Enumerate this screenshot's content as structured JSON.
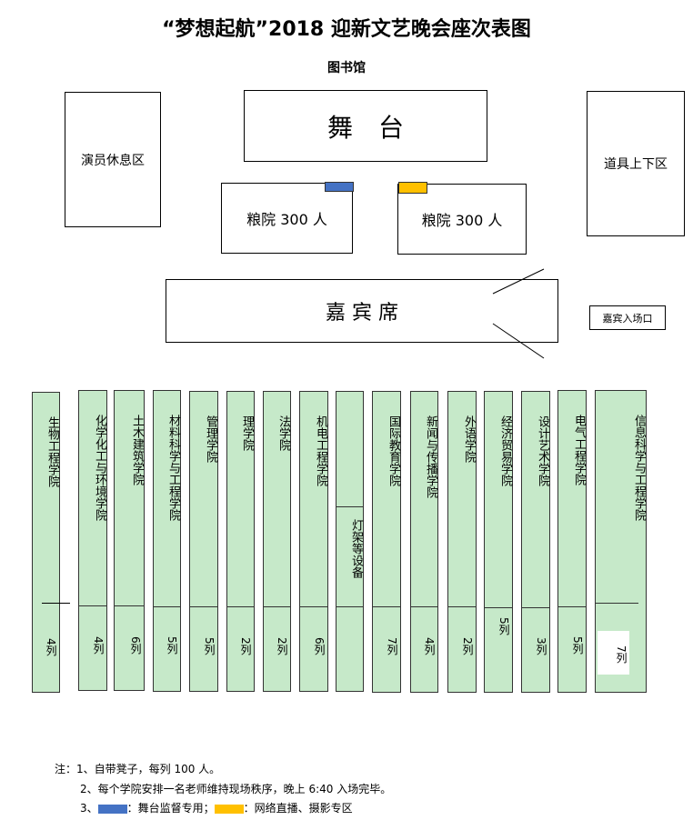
{
  "title": "“梦想起航”2018 迎新文艺晚会座次表图",
  "venue": "图书馆",
  "stage": "舞　台",
  "performer_area": "演员休息区",
  "props_area": "道具上下区",
  "grain_left": "粮院 300 人",
  "grain_right": "粮院 300 人",
  "guest_seats": "嘉 宾 席",
  "guest_entrance": "嘉宾入场口",
  "colors": {
    "stage_supervision": "#4472c4",
    "broadcast": "#ffc000",
    "column": "#c6e9c9"
  },
  "columns": [
    {
      "name": "生物工程学院",
      "count": "4列"
    },
    {
      "name": "化学化工与环境学院",
      "count": "4列"
    },
    {
      "name": "土木建筑学院",
      "count": "6列"
    },
    {
      "name": "材料科学与工程学院",
      "count": "5列"
    },
    {
      "name": "管理学院",
      "count": "5列"
    },
    {
      "name": "理学院",
      "count": "2列"
    },
    {
      "name": "法学院",
      "count": "2列"
    },
    {
      "name": "机电工程学院",
      "count": "6列"
    },
    {
      "name": "灯架等设备",
      "count": ""
    },
    {
      "name": "国际教育学院",
      "count": "7列"
    },
    {
      "name": "新闻与传播学院",
      "count": "4列"
    },
    {
      "name": "外语学院",
      "count": "2列"
    },
    {
      "name": "经济贸易学院",
      "count": "5列"
    },
    {
      "name": "设计艺术学院",
      "count": "3列"
    },
    {
      "name": "电气工程学院",
      "count": "5列"
    },
    {
      "name": "信息科学与工程学院",
      "count": "7列"
    }
  ],
  "notes": {
    "n1": "注：1、自带凳子，每列 100 人。",
    "n2": "2、每个学院安排一名老师维持现场秩序，晚上 6:40 入场完毕。",
    "n3_prefix": "3、",
    "n3_blue": "：舞台监督专用；",
    "n3_yellow": "：网络直播、摄影专区"
  }
}
